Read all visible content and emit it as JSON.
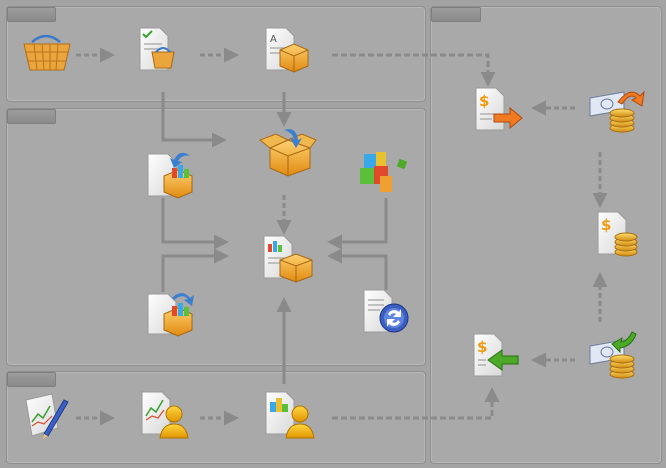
{
  "colors": {
    "background": "#a3a3a3",
    "panel": "#a9a9a9",
    "panel_border": "#8e8e8e",
    "tab": "#8a8a8a",
    "arrow": "#8a8a8a",
    "box_orange": "#f0a020",
    "basket_orange": "#e8a33a",
    "dollar_orange": "#f09a10",
    "coin_gold": "#e6b22e",
    "green_arrow": "#4caa28",
    "blue_arrow": "#3a7fd0",
    "person_yellow": "#f0b400"
  },
  "panels": {
    "orders": {
      "tab_label": ""
    },
    "inventory": {
      "tab_label": ""
    },
    "reports": {
      "tab_label": ""
    },
    "finance": {
      "tab_label": ""
    }
  },
  "nodes": [
    {
      "id": "basket",
      "icon": "shopping-basket-icon"
    },
    {
      "id": "order-checklist",
      "icon": "order-checklist-basket-icon"
    },
    {
      "id": "shipping-doc",
      "icon": "shipping-document-box-icon"
    },
    {
      "id": "receive-box",
      "icon": "receive-box-icon"
    },
    {
      "id": "open-box",
      "icon": "open-box-arrow-icon"
    },
    {
      "id": "blocks",
      "icon": "colored-blocks-icon"
    },
    {
      "id": "inventory-report",
      "icon": "inventory-report-box-icon"
    },
    {
      "id": "send-box",
      "icon": "send-box-icon"
    },
    {
      "id": "refresh-doc",
      "icon": "document-refresh-icon"
    },
    {
      "id": "chart-pen",
      "icon": "chart-pen-icon"
    },
    {
      "id": "chart-person",
      "icon": "chart-person-icon"
    },
    {
      "id": "blocks-person",
      "icon": "blocks-person-icon"
    },
    {
      "id": "invoice-out",
      "icon": "invoice-outgoing-icon"
    },
    {
      "id": "cash-out",
      "icon": "cash-coins-outgoing-icon"
    },
    {
      "id": "invoice-coins",
      "icon": "invoice-coins-icon"
    },
    {
      "id": "invoice-in",
      "icon": "invoice-incoming-icon"
    },
    {
      "id": "cash-in",
      "icon": "cash-coins-incoming-icon"
    }
  ]
}
